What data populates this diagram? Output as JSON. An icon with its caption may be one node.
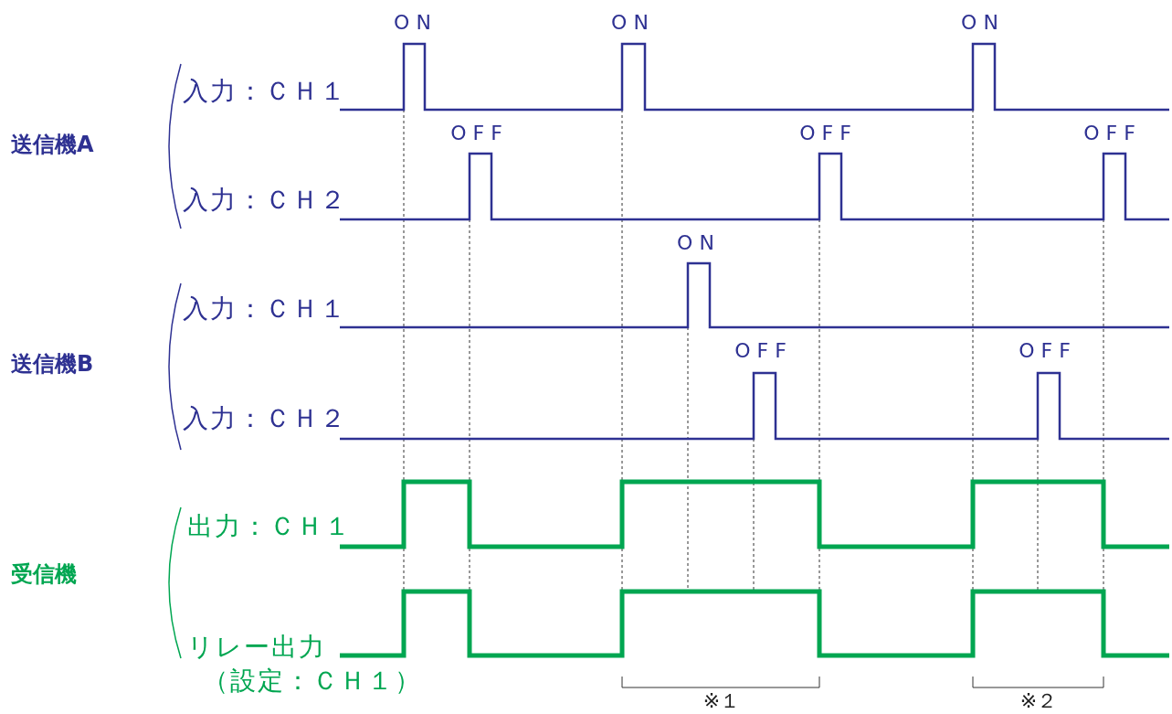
{
  "diagram": {
    "labels": [
      "ON",
      "ON",
      "ON",
      "入力：ＣＨ１",
      "送信機A",
      "OFF",
      "OFF",
      "OFF",
      "入力：ＣＨ２",
      "ON",
      "入力：ＣＨ１",
      "送信機B",
      "OFF",
      "OFF",
      "入力：ＣＨ２",
      "出力：ＣＨ１",
      "受信機",
      "リレー出力",
      "（設定：ＣＨ１）",
      "※１",
      "※２"
    ]
  }
}
